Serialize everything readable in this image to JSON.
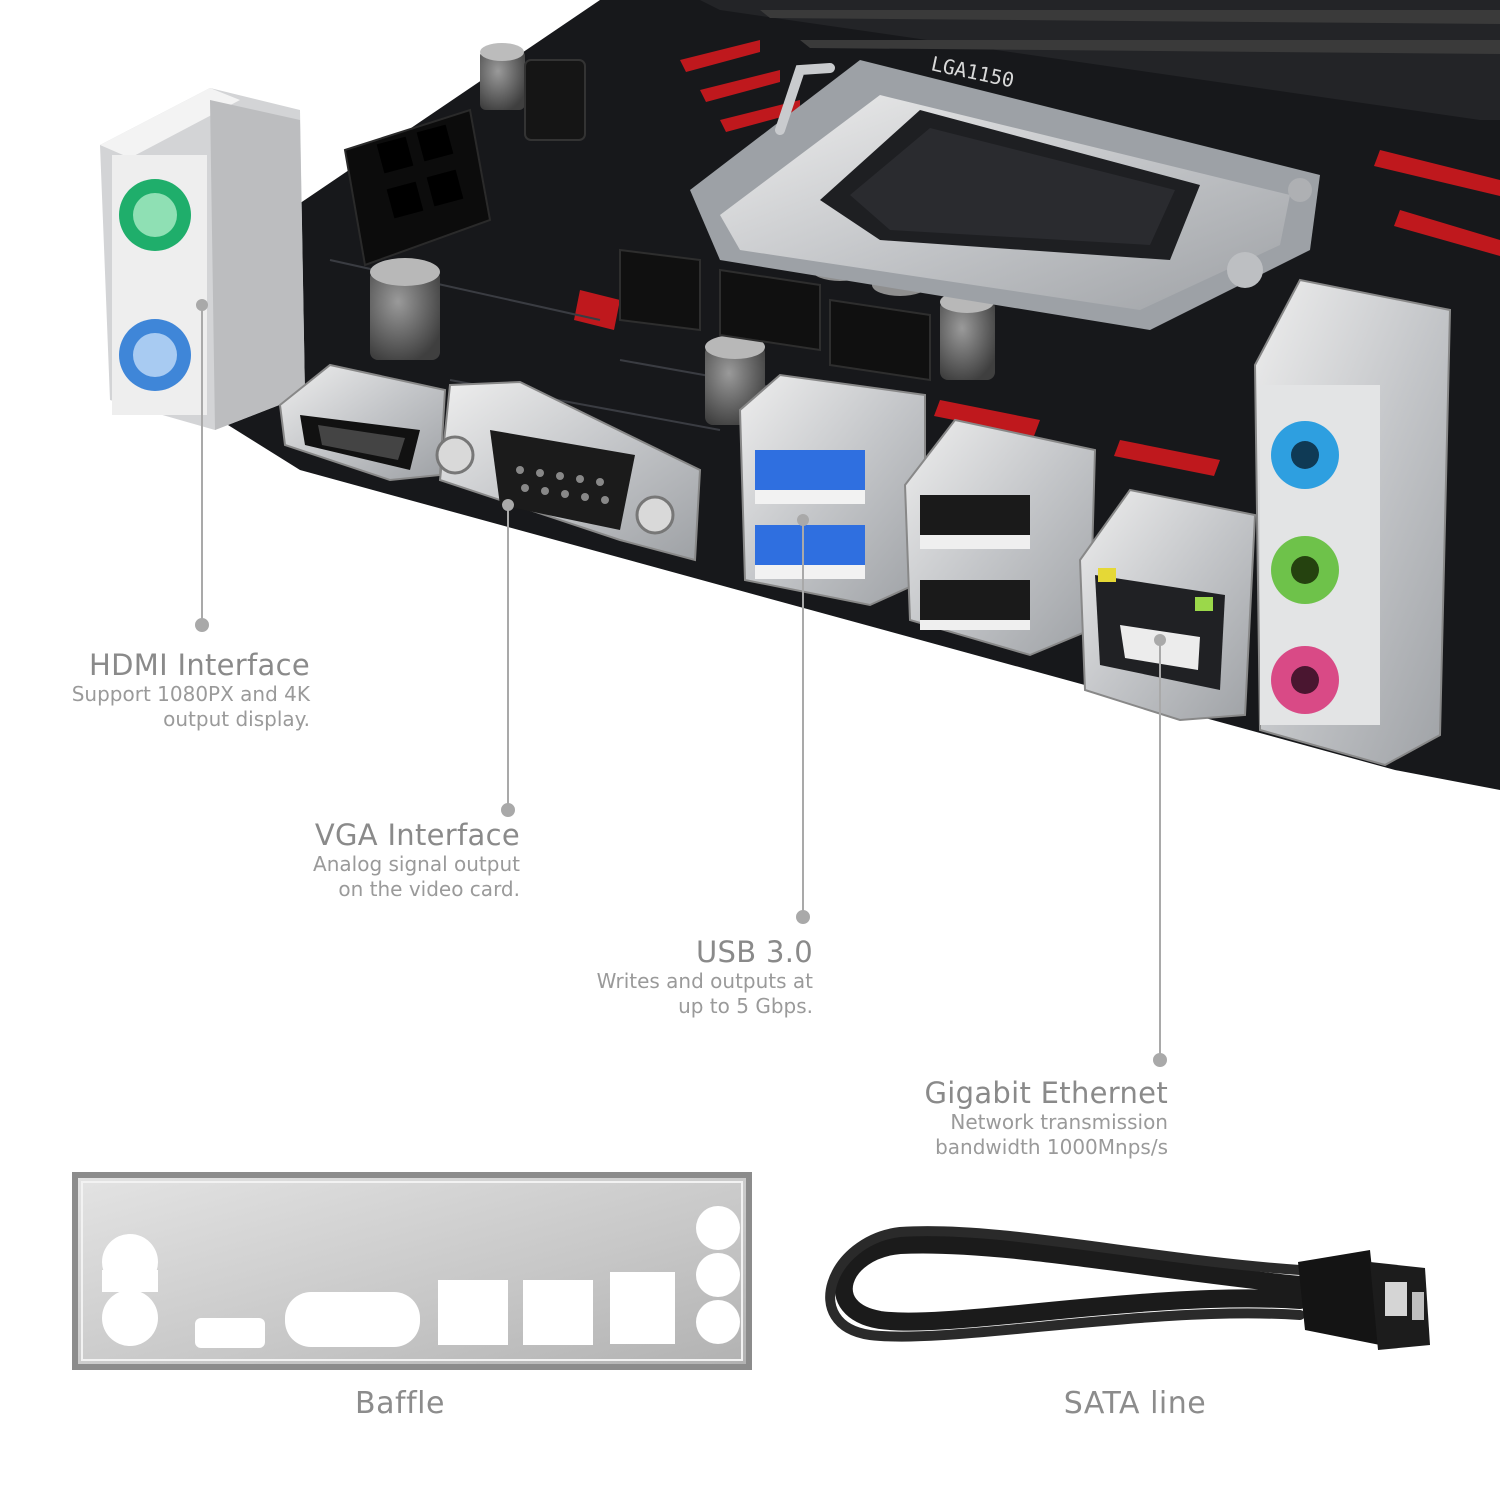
{
  "board": {
    "socket_label": "LGA1150"
  },
  "callouts": [
    {
      "id": "hdmi",
      "title": "HDMI Interface",
      "lines": [
        "Support 1080PX and 4K",
        "output display."
      ]
    },
    {
      "id": "vga",
      "title": "VGA Interface",
      "lines": [
        "Analog signal output",
        "on the video card."
      ]
    },
    {
      "id": "usb",
      "title": "USB 3.0",
      "lines": [
        "Writes and outputs at",
        "up to 5 Gbps."
      ]
    },
    {
      "id": "ethernet",
      "title": "Gigabit Ethernet",
      "lines": [
        "Network transmission",
        "bandwidth 1000Mnps/s"
      ]
    }
  ],
  "accessories": {
    "baffle": "Baffle",
    "sata": "SATA line"
  },
  "colors": {
    "pcb": "#17181b",
    "accent_red": "#c8181e",
    "ps2_keyboard": "#1fae6b",
    "ps2_mouse": "#3f86d8",
    "audio_blue": "#2e9fe0",
    "audio_green": "#6ec24a",
    "audio_pink": "#d94a86",
    "usb3_blue": "#2f6fe0",
    "metal": "#c9cbce"
  }
}
